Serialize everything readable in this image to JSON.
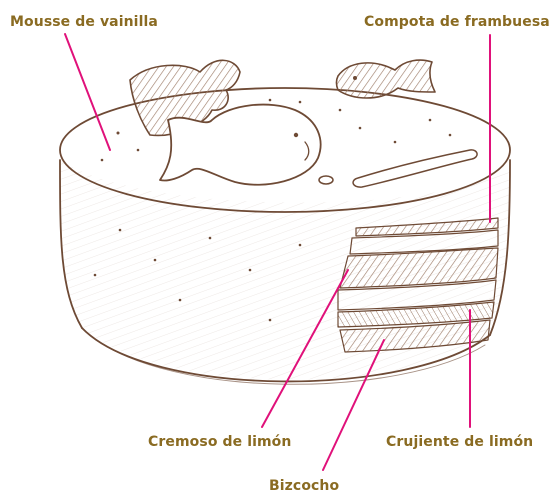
{
  "labels": {
    "mousse": "Mousse de vainilla",
    "compota": "Compota de frambuesa",
    "cremoso": "Cremoso de limón",
    "crujiente": "Crujiente de limón",
    "bizcocho": "Bizcocho"
  },
  "colors": {
    "label_text": "#8a6b22",
    "leader_line": "#e0117a",
    "sketch_stroke": "#6e4a35",
    "hatch": "#a0806c"
  }
}
